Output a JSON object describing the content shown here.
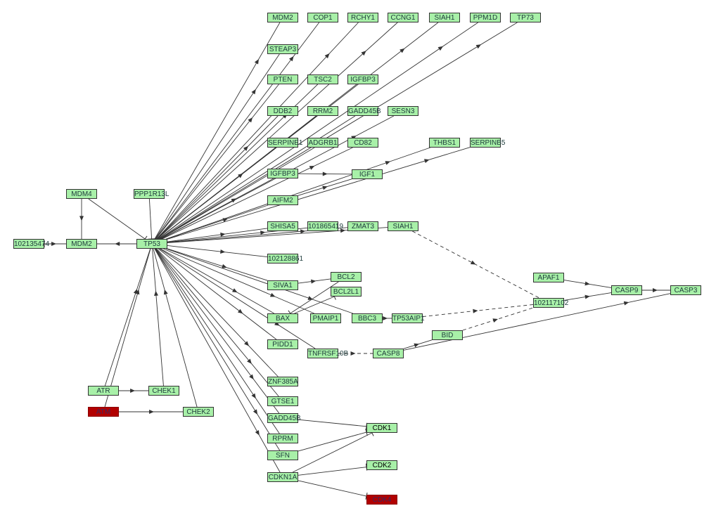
{
  "diagram": {
    "title": "",
    "nodes": [
      {
        "id": "MDM2_top",
        "label": "MDM2",
        "style": "green"
      },
      {
        "id": "COP1",
        "label": "COP1",
        "style": "green"
      },
      {
        "id": "RCHY1",
        "label": "RCHY1",
        "style": "green"
      },
      {
        "id": "CCNG1",
        "label": "CCNG1",
        "style": "green"
      },
      {
        "id": "SIAH1_top",
        "label": "SIAH1",
        "style": "green"
      },
      {
        "id": "PPM1D",
        "label": "PPM1D",
        "style": "green"
      },
      {
        "id": "TP73",
        "label": "TP73",
        "style": "green"
      },
      {
        "id": "STEAP3",
        "label": "STEAP3",
        "style": "green"
      },
      {
        "id": "PTEN",
        "label": "PTEN",
        "style": "green"
      },
      {
        "id": "TSC2",
        "label": "TSC2",
        "style": "green"
      },
      {
        "id": "IGFBP3_top",
        "label": "IGFBP3",
        "style": "green"
      },
      {
        "id": "DDB2",
        "label": "DDB2",
        "style": "green"
      },
      {
        "id": "RRM2",
        "label": "RRM2",
        "style": "green"
      },
      {
        "id": "GADD45B_top",
        "label": "GADD45B",
        "style": "green"
      },
      {
        "id": "SESN3",
        "label": "SESN3",
        "style": "green"
      },
      {
        "id": "SERPINE1",
        "label": "SERPINE1",
        "style": "green"
      },
      {
        "id": "ADGRB1",
        "label": "ADGRB1",
        "style": "green"
      },
      {
        "id": "CD82",
        "label": "CD82",
        "style": "green"
      },
      {
        "id": "THBS1",
        "label": "THBS1",
        "style": "green"
      },
      {
        "id": "SERPINB5",
        "label": "SERPINB5",
        "style": "green"
      },
      {
        "id": "IGFBP3",
        "label": "IGFBP3",
        "style": "green"
      },
      {
        "id": "IGF1",
        "label": "IGF1",
        "style": "green"
      },
      {
        "id": "AIFM2",
        "label": "AIFM2",
        "style": "green"
      },
      {
        "id": "MDM4",
        "label": "MDM4",
        "style": "green"
      },
      {
        "id": "PPP1R13L",
        "label": "PPP1R13L",
        "style": "green"
      },
      {
        "id": "N102135474",
        "label": "102135474",
        "style": "green"
      },
      {
        "id": "MDM2",
        "label": "MDM2",
        "style": "green"
      },
      {
        "id": "TP53",
        "label": "TP53",
        "style": "green"
      },
      {
        "id": "SHISA5",
        "label": "SHISA5",
        "style": "green"
      },
      {
        "id": "N101865419",
        "label": "101865419",
        "style": "green"
      },
      {
        "id": "ZMAT3",
        "label": "ZMAT3",
        "style": "green"
      },
      {
        "id": "SIAH1",
        "label": "SIAH1",
        "style": "green"
      },
      {
        "id": "N102128861",
        "label": "102128861",
        "style": "green"
      },
      {
        "id": "SIVA1",
        "label": "SIVA1",
        "style": "green"
      },
      {
        "id": "BCL2",
        "label": "BCL2",
        "style": "green"
      },
      {
        "id": "BCL2L1",
        "label": "BCL2L1",
        "style": "green"
      },
      {
        "id": "BAX",
        "label": "BAX",
        "style": "green"
      },
      {
        "id": "PMAIP1",
        "label": "PMAIP1",
        "style": "green"
      },
      {
        "id": "BBC3",
        "label": "BBC3",
        "style": "green"
      },
      {
        "id": "TP53AIP1",
        "label": "TP53AIP1",
        "style": "green"
      },
      {
        "id": "PIDD1",
        "label": "PIDD1",
        "style": "green"
      },
      {
        "id": "TNFRSF10B",
        "label": "TNFRSF10B",
        "style": "green"
      },
      {
        "id": "CASP8",
        "label": "CASP8",
        "style": "green"
      },
      {
        "id": "BID",
        "label": "BID",
        "style": "green"
      },
      {
        "id": "APAF1",
        "label": "APAF1",
        "style": "green"
      },
      {
        "id": "CASP9",
        "label": "CASP9",
        "style": "green"
      },
      {
        "id": "CASP3",
        "label": "CASP3",
        "style": "green"
      },
      {
        "id": "N102117102",
        "label": "102117102",
        "style": "green"
      },
      {
        "id": "ZNF385A",
        "label": "ZNF385A",
        "style": "green"
      },
      {
        "id": "GTSE1",
        "label": "GTSE1",
        "style": "green"
      },
      {
        "id": "GADD45B",
        "label": "GADD45B",
        "style": "green"
      },
      {
        "id": "RPRM",
        "label": "RPRM",
        "style": "green"
      },
      {
        "id": "SFN",
        "label": "SFN",
        "style": "green"
      },
      {
        "id": "CDKN1A",
        "label": "CDKN1A",
        "style": "green"
      },
      {
        "id": "CDK1",
        "label": "CDK1",
        "style": "darkgreen"
      },
      {
        "id": "CDK2",
        "label": "CDK2",
        "style": "darkgreen"
      },
      {
        "id": "CDK4",
        "label": "CDK4",
        "style": "red"
      },
      {
        "id": "ATR",
        "label": "ATR",
        "style": "green"
      },
      {
        "id": "CHEK1",
        "label": "CHEK1",
        "style": "green"
      },
      {
        "id": "ATM",
        "label": "ATM",
        "style": "red"
      },
      {
        "id": "CHEK2",
        "label": "CHEK2",
        "style": "green"
      }
    ],
    "edges": [
      {
        "from": "TP53",
        "to": "MDM2_top",
        "type": "activation"
      },
      {
        "from": "TP53",
        "to": "COP1",
        "type": "activation"
      },
      {
        "from": "TP53",
        "to": "RCHY1",
        "type": "activation"
      },
      {
        "from": "TP53",
        "to": "CCNG1",
        "type": "activation"
      },
      {
        "from": "TP53",
        "to": "SIAH1_top",
        "type": "activation"
      },
      {
        "from": "TP53",
        "to": "PPM1D",
        "type": "activation"
      },
      {
        "from": "TP53",
        "to": "TP73",
        "type": "activation"
      },
      {
        "from": "TP53",
        "to": "STEAP3",
        "type": "activation"
      },
      {
        "from": "TP53",
        "to": "PTEN",
        "type": "activation"
      },
      {
        "from": "TP53",
        "to": "TSC2",
        "type": "activation"
      },
      {
        "from": "TP53",
        "to": "IGFBP3_top",
        "type": "activation"
      },
      {
        "from": "TP53",
        "to": "DDB2",
        "type": "activation"
      },
      {
        "from": "TP53",
        "to": "RRM2",
        "type": "activation"
      },
      {
        "from": "TP53",
        "to": "GADD45B_top",
        "type": "activation"
      },
      {
        "from": "TP53",
        "to": "SESN3",
        "type": "activation"
      },
      {
        "from": "TP53",
        "to": "SERPINE1",
        "type": "activation"
      },
      {
        "from": "TP53",
        "to": "ADGRB1",
        "type": "activation"
      },
      {
        "from": "TP53",
        "to": "CD82",
        "type": "activation"
      },
      {
        "from": "TP53",
        "to": "THBS1",
        "type": "activation"
      },
      {
        "from": "TP53",
        "to": "SERPINB5",
        "type": "activation"
      },
      {
        "from": "TP53",
        "to": "IGFBP3",
        "type": "activation"
      },
      {
        "from": "TP53",
        "to": "AIFM2",
        "type": "activation"
      },
      {
        "from": "TP53",
        "to": "SHISA5",
        "type": "activation"
      },
      {
        "from": "TP53",
        "to": "N101865419",
        "type": "activation"
      },
      {
        "from": "TP53",
        "to": "ZMAT3",
        "type": "activation"
      },
      {
        "from": "TP53",
        "to": "SIAH1",
        "type": "activation"
      },
      {
        "from": "TP53",
        "to": "N102128861",
        "type": "activation"
      },
      {
        "from": "TP53",
        "to": "SIVA1",
        "type": "activation"
      },
      {
        "from": "TP53",
        "to": "BAX",
        "type": "activation"
      },
      {
        "from": "TP53",
        "to": "PMAIP1",
        "type": "activation"
      },
      {
        "from": "TP53",
        "to": "BBC3",
        "type": "activation"
      },
      {
        "from": "TP53",
        "to": "PIDD1",
        "type": "activation"
      },
      {
        "from": "TP53",
        "to": "TNFRSF10B",
        "type": "activation"
      },
      {
        "from": "TP53",
        "to": "ZNF385A",
        "type": "activation"
      },
      {
        "from": "TP53",
        "to": "GTSE1",
        "type": "activation"
      },
      {
        "from": "TP53",
        "to": "GADD45B",
        "type": "activation"
      },
      {
        "from": "TP53",
        "to": "RPRM",
        "type": "activation"
      },
      {
        "from": "TP53",
        "to": "SFN",
        "type": "activation"
      },
      {
        "from": "TP53",
        "to": "CDKN1A",
        "type": "activation"
      },
      {
        "from": "TP53",
        "to": "MDM2",
        "type": "activation"
      },
      {
        "from": "MDM4",
        "to": "MDM2",
        "type": "activation"
      },
      {
        "from": "MDM4",
        "to": "TP53",
        "type": "inhibition"
      },
      {
        "from": "PPP1R13L",
        "to": "TP53",
        "type": "inhibition"
      },
      {
        "from": "MDM2",
        "to": "N102135474",
        "type": "inhibition"
      },
      {
        "from": "N102135474",
        "to": "MDM2",
        "type": "activation"
      },
      {
        "from": "IGFBP3",
        "to": "IGF1",
        "type": "activation"
      },
      {
        "from": "AIFM2",
        "to": "IGF1",
        "type": "activation"
      },
      {
        "from": "SIAH1",
        "to": "N102117102",
        "type": "indirect"
      },
      {
        "from": "SIVA1",
        "to": "BCL2",
        "type": "activation"
      },
      {
        "from": "BAX",
        "to": "BCL2L1",
        "type": "inhibition"
      },
      {
        "from": "BCL2",
        "to": "BAX",
        "type": "inhibition"
      },
      {
        "from": "BBC3",
        "to": "TP53AIP1",
        "type": "activation"
      },
      {
        "from": "TP53AIP1",
        "to": "N102117102",
        "type": "indirect"
      },
      {
        "from": "TNFRSF10B",
        "to": "CASP8",
        "type": "indirect"
      },
      {
        "from": "CASP8",
        "to": "BID",
        "type": "activation"
      },
      {
        "from": "BID",
        "to": "N102117102",
        "type": "indirect"
      },
      {
        "from": "CASP8",
        "to": "CASP3",
        "type": "activation"
      },
      {
        "from": "N102117102",
        "to": "CASP9",
        "type": "activation"
      },
      {
        "from": "APAF1",
        "to": "CASP9",
        "type": "activation"
      },
      {
        "from": "CASP9",
        "to": "CASP3",
        "type": "activation"
      },
      {
        "from": "GADD45B",
        "to": "CDK1",
        "type": "inhibition"
      },
      {
        "from": "SFN",
        "to": "CDK1",
        "type": "inhibition"
      },
      {
        "from": "CDKN1A",
        "to": "CDK1",
        "type": "inhibition"
      },
      {
        "from": "CDKN1A",
        "to": "CDK2",
        "type": "inhibition"
      },
      {
        "from": "CDKN1A",
        "to": "CDK4",
        "type": "inhibition"
      },
      {
        "from": "ATR",
        "to": "TP53",
        "type": "activation"
      },
      {
        "from": "ATR",
        "to": "CHEK1",
        "type": "activation"
      },
      {
        "from": "ATM",
        "to": "TP53",
        "type": "activation"
      },
      {
        "from": "ATM",
        "to": "CHEK2",
        "type": "activation"
      },
      {
        "from": "CHEK1",
        "to": "TP53",
        "type": "activation"
      },
      {
        "from": "CHEK2",
        "to": "TP53",
        "type": "activation"
      }
    ]
  }
}
